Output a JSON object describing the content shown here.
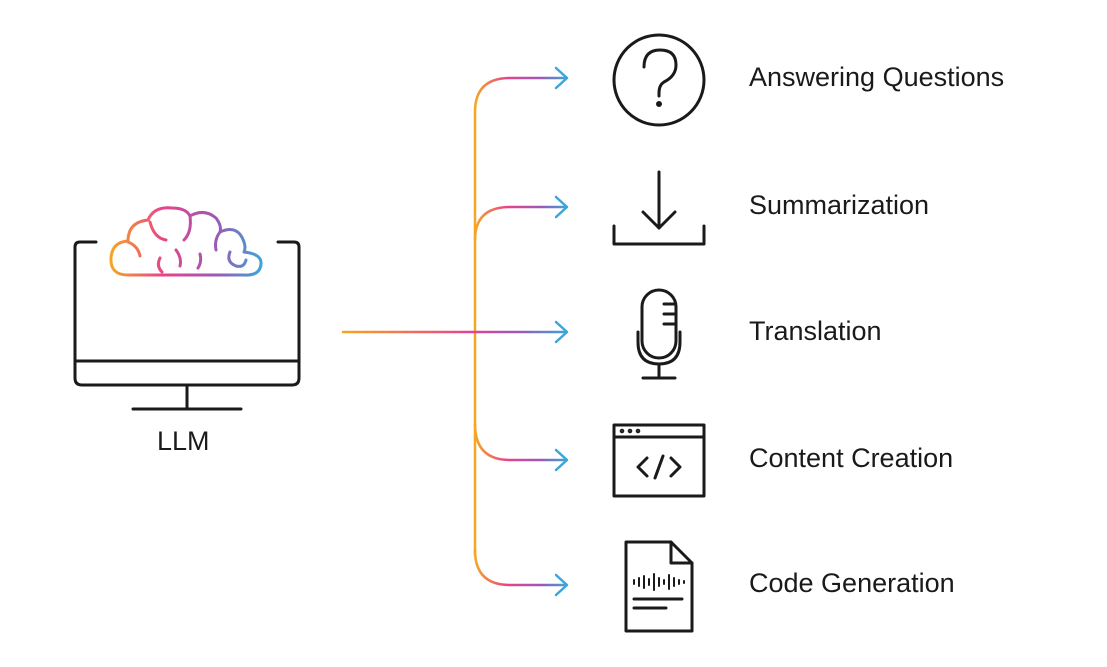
{
  "source": {
    "label": "LLM",
    "icon": "computer-monitor-brain-icon"
  },
  "colors": {
    "stroke": "#1a1a1a",
    "gradient_orange": "#f5a623",
    "gradient_pink": "#e8438a",
    "gradient_purple": "#9b59b6",
    "gradient_blue": "#3aa6d9"
  },
  "outputs": [
    {
      "label": "Answering Questions",
      "icon": "question-mark-circle-icon"
    },
    {
      "label": "Summarization",
      "icon": "download-tray-icon"
    },
    {
      "label": "Translation",
      "icon": "microphone-icon"
    },
    {
      "label": "Content Creation",
      "icon": "code-window-icon"
    },
    {
      "label": "Code Generation",
      "icon": "audio-document-icon"
    }
  ]
}
